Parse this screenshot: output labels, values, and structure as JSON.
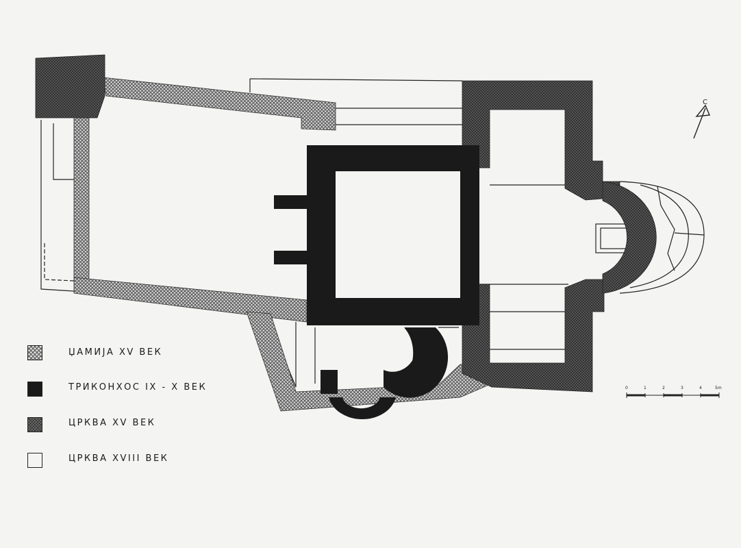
{
  "legend": [
    {
      "key": "mosque",
      "label": "ЏАМИЈА XV ВЕК",
      "pattern": "light-crosshatch"
    },
    {
      "key": "triconch",
      "label": "ТРИКОНХОС IX - X ВЕК",
      "pattern": "solid-black"
    },
    {
      "key": "church15",
      "label": "ЦРКВА XV ВЕК",
      "pattern": "dark-crosshatch"
    },
    {
      "key": "church18",
      "label": "ЦРКВА XVIII ВЕК",
      "pattern": "outline"
    }
  ],
  "north_arrow": {
    "letter": "С"
  },
  "scale_bar": {
    "ticks": [
      "0",
      "1",
      "2",
      "3",
      "4",
      "5m"
    ]
  },
  "colors": {
    "background": "#f4f4f2",
    "solid": "#1a1a1a",
    "dark_hatch": "#2a2a2a",
    "light_hatch": "#6a6a6a"
  }
}
